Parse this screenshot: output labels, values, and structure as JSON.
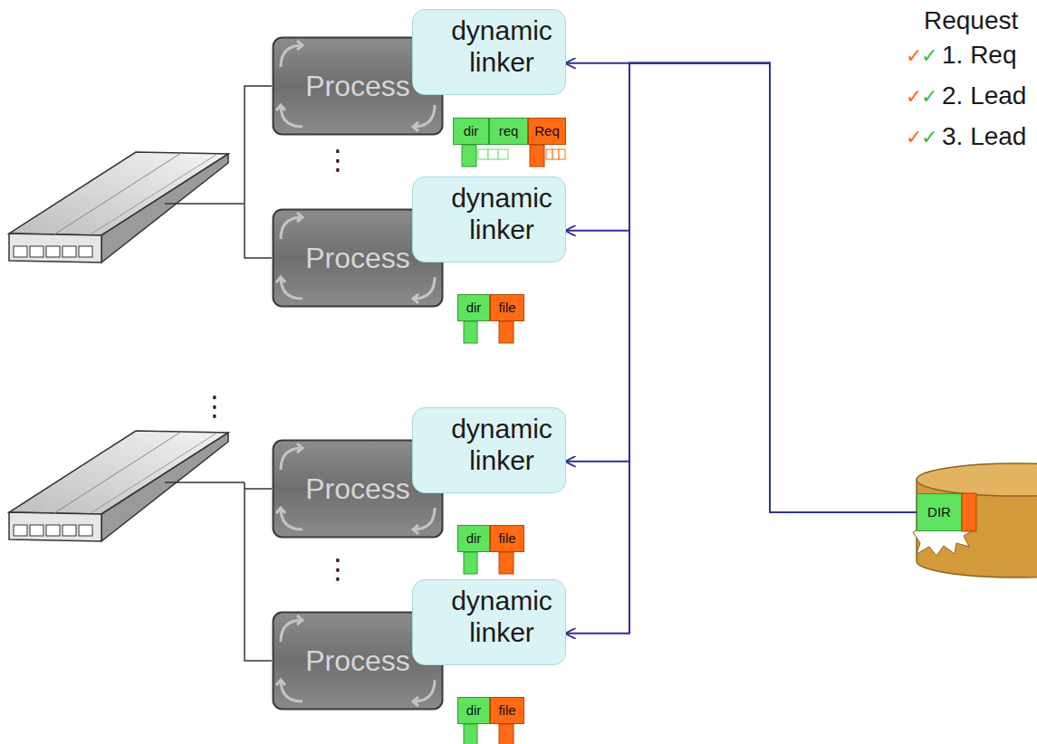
{
  "diagram": {
    "nodes": [
      {
        "text": [
          "dynamic linker"
        ]
      },
      {
        "text": [
          "Process"
        ]
      },
      {
        "text": [
          "dir"
        ]
      },
      {
        "text": [
          "req"
        ]
      },
      {
        "text": [
          "Req"
        ]
      },
      {
        "text": [
          "dynamic linker"
        ]
      },
      {
        "text": [
          "Process"
        ]
      },
      {
        "text": [
          "dir"
        ]
      },
      {
        "text": [
          "file"
        ]
      },
      {
        "text": [
          "dynamic linker"
        ]
      },
      {
        "text": [
          "Process"
        ]
      },
      {
        "text": [
          "dir"
        ]
      },
      {
        "text": [
          "file"
        ]
      },
      {
        "text": [
          "dynamic linker"
        ]
      },
      {
        "text": [
          "Process"
        ]
      },
      {
        "text": [
          "dir"
        ]
      },
      {
        "text": [
          "file"
        ]
      },
      {
        "text": [
          "DIR"
        ]
      }
    ],
    "edges": [
      {
        "from": 17,
        "to": 0,
        "arrow": "to"
      },
      {
        "from": 17,
        "to": 5,
        "arrow": "to"
      },
      {
        "from": 17,
        "to": 9,
        "arrow": "to"
      },
      {
        "from": 17,
        "to": 13,
        "arrow": "to"
      }
    ],
    "labels": [
      "Request",
      "✓",
      "✓",
      "1. Req",
      "✓",
      "✓",
      "2. Lead",
      "✓",
      "✓",
      "3. Lead",
      "⋮",
      "⋮",
      "⋮"
    ]
  }
}
